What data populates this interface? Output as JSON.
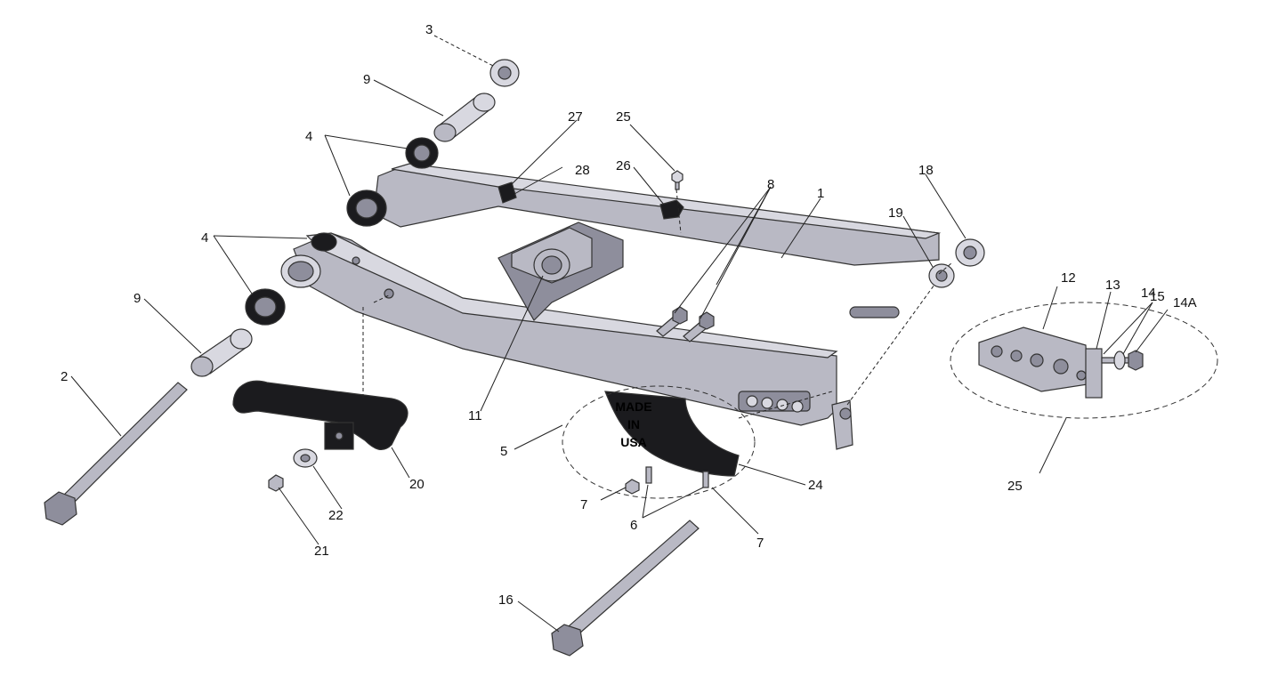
{
  "callouts": {
    "c1": "1",
    "c2": "2",
    "c3": "3",
    "c4a": "4",
    "c4b": "4",
    "c5": "5",
    "c6": "6",
    "c7a": "7",
    "c7b": "7",
    "c8": "8",
    "c9a": "9",
    "c9b": "9",
    "c11": "11",
    "c12": "12",
    "c13": "13",
    "c14": "14",
    "c14a": "14A",
    "c15": "15",
    "c16": "16",
    "c18": "18",
    "c19": "19",
    "c20": "20",
    "c21": "21",
    "c22": "22",
    "c24": "24",
    "c25a": "25",
    "c25b": "25",
    "c26": "26",
    "c27": "27",
    "c28": "28"
  },
  "stamp": {
    "line1": "MADE",
    "line2": "IN",
    "line3": "USA"
  },
  "colors": {
    "metal": "#b9b9c4",
    "black_parts": "#1b1b1e"
  }
}
